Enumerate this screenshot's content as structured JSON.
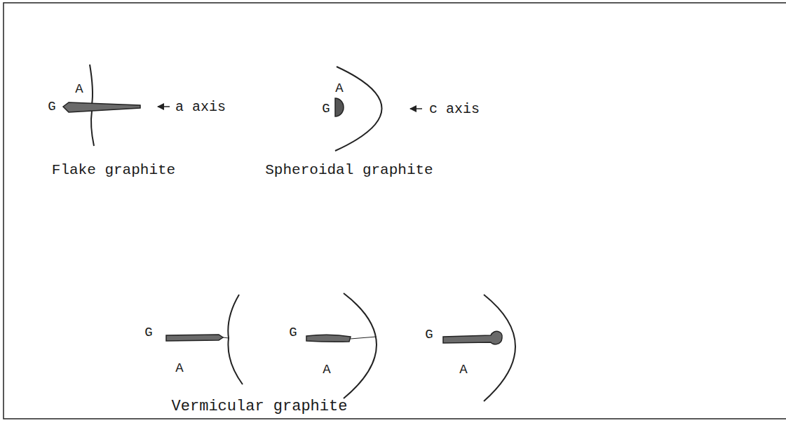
{
  "diagram": {
    "labels": [
      "A",
      "G",
      "a axis",
      "A",
      "G",
      "c axis",
      "Flake graphite",
      "Spheroidal graphite",
      "G",
      "A",
      "G",
      "A",
      "G",
      "A",
      "Vermicular graphite"
    ]
  }
}
